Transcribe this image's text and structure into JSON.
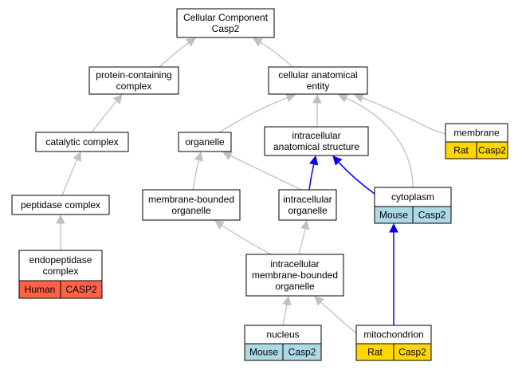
{
  "colors": {
    "human": "#ff6347",
    "mouse": "#add8e6",
    "rat": "#ffd700",
    "edge_default": "#c0c0c0",
    "edge_highlight": "#0000ff"
  },
  "nodes": {
    "cellular_component": {
      "lines": [
        "Cellular Component",
        "Casp2"
      ]
    },
    "protein_containing_complex": {
      "lines": [
        "protein-containing",
        "complex"
      ]
    },
    "cellular_anatomical_entity": {
      "lines": [
        "cellular anatomical",
        "entity"
      ]
    },
    "catalytic_complex": {
      "lines": [
        "catalytic complex"
      ]
    },
    "organelle": {
      "lines": [
        "organelle"
      ]
    },
    "intracellular_anatomical_structure": {
      "lines": [
        "intracellular",
        "anatomical structure"
      ]
    },
    "membrane": {
      "lines": [
        "membrane"
      ],
      "species": "Rat",
      "gene": "Casp2",
      "color": "#ffd700"
    },
    "peptidase_complex": {
      "lines": [
        "peptidase complex"
      ]
    },
    "membrane_bounded_organelle": {
      "lines": [
        "membrane-bounded",
        "organelle"
      ]
    },
    "intracellular_organelle": {
      "lines": [
        "intracellular",
        "organelle"
      ]
    },
    "cytoplasm": {
      "lines": [
        "cytoplasm"
      ],
      "species": "Mouse",
      "gene": "Casp2",
      "color": "#add8e6"
    },
    "endopeptidase_complex": {
      "lines": [
        "endopeptidase",
        "complex"
      ],
      "species": "Human",
      "gene": "CASP2",
      "color": "#ff6347"
    },
    "intracellular_membrane_bounded_organelle": {
      "lines": [
        "intracellular",
        "membrane-bounded",
        "organelle"
      ]
    },
    "nucleus": {
      "lines": [
        "nucleus"
      ],
      "species": "Mouse",
      "gene": "Casp2",
      "color": "#add8e6"
    },
    "mitochondrion": {
      "lines": [
        "mitochondrion"
      ],
      "species": "Rat",
      "gene": "Casp2",
      "color": "#ffd700"
    }
  },
  "edges": [
    {
      "from": "protein_containing_complex",
      "to": "cellular_component",
      "highlight": false
    },
    {
      "from": "cellular_anatomical_entity",
      "to": "cellular_component",
      "highlight": false
    },
    {
      "from": "catalytic_complex",
      "to": "protein_containing_complex",
      "highlight": false
    },
    {
      "from": "peptidase_complex",
      "to": "catalytic_complex",
      "highlight": false
    },
    {
      "from": "endopeptidase_complex",
      "to": "peptidase_complex",
      "highlight": false
    },
    {
      "from": "organelle",
      "to": "cellular_anatomical_entity",
      "highlight": false
    },
    {
      "from": "intracellular_anatomical_structure",
      "to": "cellular_anatomical_entity",
      "highlight": false
    },
    {
      "from": "cytoplasm",
      "to": "cellular_anatomical_entity",
      "highlight": false
    },
    {
      "from": "membrane",
      "to": "cellular_anatomical_entity",
      "highlight": false
    },
    {
      "from": "membrane_bounded_organelle",
      "to": "organelle",
      "highlight": false
    },
    {
      "from": "intracellular_organelle",
      "to": "organelle",
      "highlight": false
    },
    {
      "from": "intracellular_organelle",
      "to": "intracellular_anatomical_structure",
      "highlight": true
    },
    {
      "from": "cytoplasm",
      "to": "intracellular_anatomical_structure",
      "highlight": true
    },
    {
      "from": "intracellular_membrane_bounded_organelle",
      "to": "membrane_bounded_organelle",
      "highlight": false
    },
    {
      "from": "intracellular_membrane_bounded_organelle",
      "to": "intracellular_organelle",
      "highlight": false
    },
    {
      "from": "nucleus",
      "to": "intracellular_membrane_bounded_organelle",
      "highlight": false
    },
    {
      "from": "mitochondrion",
      "to": "intracellular_membrane_bounded_organelle",
      "highlight": false
    },
    {
      "from": "mitochondrion",
      "to": "cytoplasm",
      "highlight": true
    }
  ]
}
